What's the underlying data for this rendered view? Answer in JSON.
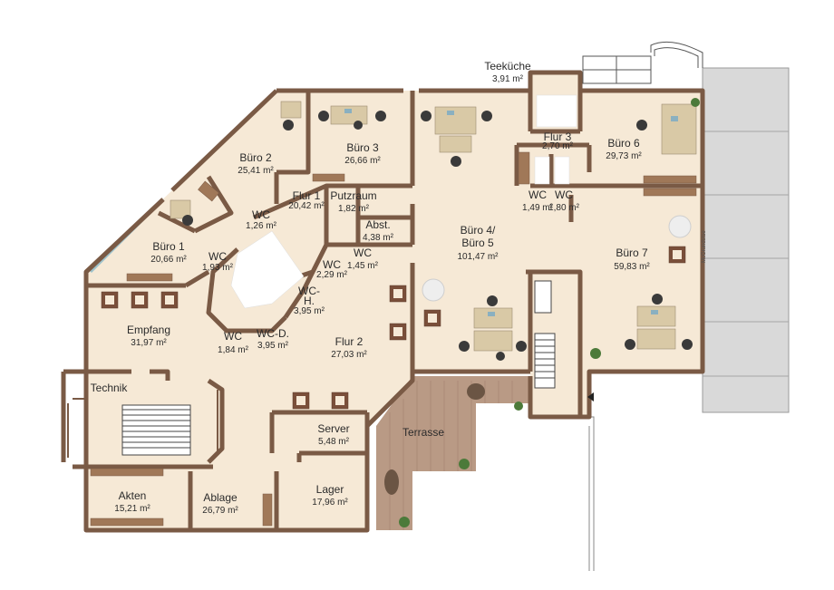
{
  "rooms": {
    "teekueche": {
      "name": "Teeküche",
      "area": "3,91 m²"
    },
    "buero2": {
      "name": "Büro 2",
      "area": "25,41 m²"
    },
    "buero3": {
      "name": "Büro 3",
      "area": "26,66 m²"
    },
    "flur3": {
      "name": "Flur 3",
      "area": "2,70 m²"
    },
    "buero6": {
      "name": "Büro 6",
      "area": "29,73 m²"
    },
    "flur1": {
      "name": "Flur 1",
      "area": "20,42 m²"
    },
    "putzraum": {
      "name": "Putzraum",
      "area": "1,82 m²"
    },
    "wc_a": {
      "name": "WC",
      "area": "1,49 m²"
    },
    "wc_b": {
      "name": "WC",
      "area": "1,80 m²"
    },
    "wc_c": {
      "name": "WC",
      "area": "1,26 m²"
    },
    "abst": {
      "name": "Abst.",
      "area": "4,38 m²"
    },
    "buero45": {
      "name1": "Büro 4/",
      "name2": "Büro 5",
      "area": "101,47 m²"
    },
    "buero1": {
      "name": "Büro 1",
      "area": "20,66 m²"
    },
    "wc_d": {
      "name": "WC",
      "area": "1,93 m²"
    },
    "wc_e": {
      "name": "WC",
      "area": "2,29 m²"
    },
    "wc_f": {
      "name": "WC",
      "area": "1,45 m²"
    },
    "buero7": {
      "name": "Büro 7",
      "area": "59,83 m²"
    },
    "wc_h": {
      "name1": "WC-",
      "name2": "H.",
      "area": "3,95 m²"
    },
    "empfang": {
      "name": "Empfang",
      "area": "31,97 m²"
    },
    "wc_g": {
      "name": "WC",
      "area": "1,84 m²"
    },
    "wc_dd": {
      "name": "WC-D.",
      "area": "3,95 m²"
    },
    "flur2": {
      "name": "Flur 2",
      "area": "27,03 m²"
    },
    "technik": {
      "name": "Technik"
    },
    "terrasse": {
      "name": "Terrasse"
    },
    "server": {
      "name": "Server",
      "area": "5,48 m²"
    },
    "akten": {
      "name": "Akten",
      "area": "15,21 m²"
    },
    "ablage": {
      "name": "Ablage",
      "area": "26,79 m²"
    },
    "lager": {
      "name": "Lager",
      "area": "17,96 m²"
    }
  },
  "colors": {
    "floor": "#f6e9d6",
    "wall": "#7a5a45",
    "terrace": "#b99a85",
    "ground": "#d9d9d9",
    "window": "#c9dfe4"
  }
}
